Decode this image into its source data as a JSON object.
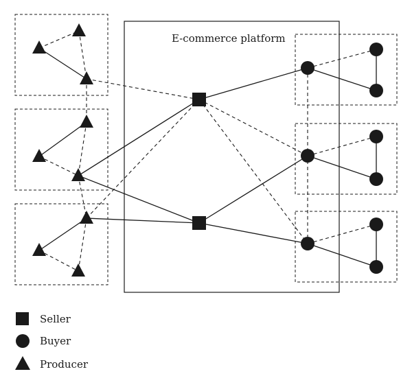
{
  "platform": {
    "label": "E-commerce platform"
  },
  "legend": [
    {
      "shape": "square",
      "label": "Seller"
    },
    {
      "shape": "circle",
      "label": "Buyer"
    },
    {
      "shape": "triangle",
      "label": "Producer"
    }
  ],
  "colors": {
    "ink": "#1a1a1a",
    "background": "#ffffff"
  }
}
